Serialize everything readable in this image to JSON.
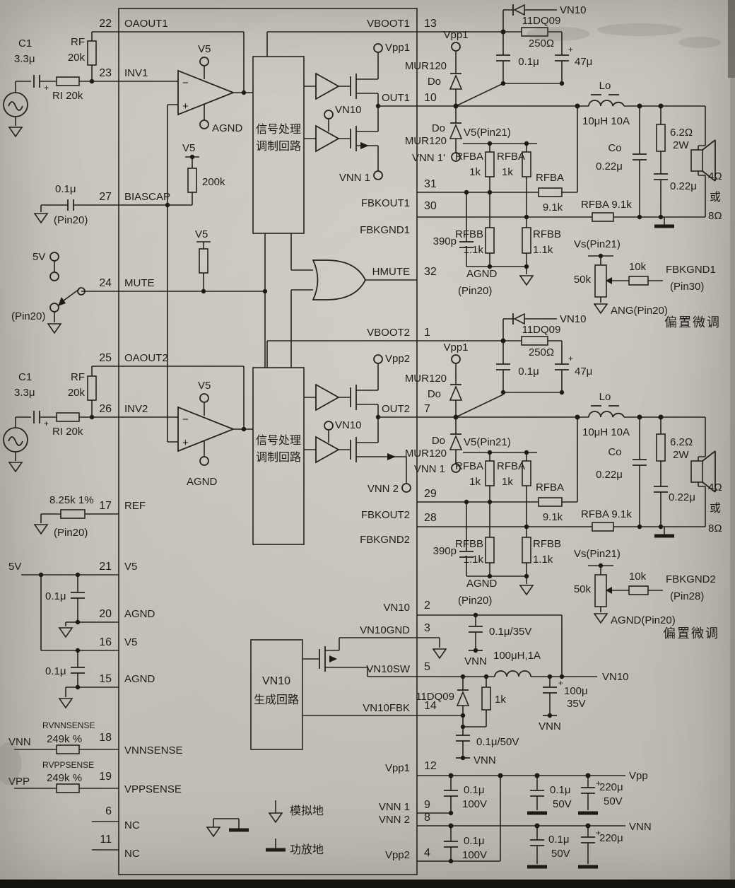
{
  "ic": {
    "left_pins": [
      {
        "num": "22",
        "name": "OAOUT1"
      },
      {
        "num": "23",
        "name": "INV1"
      },
      {
        "num": "27",
        "name": "BIASCAP"
      },
      {
        "num": "24",
        "name": "MUTE"
      },
      {
        "num": "25",
        "name": "OAOUT2"
      },
      {
        "num": "26",
        "name": "INV2"
      },
      {
        "num": "17",
        "name": "REF"
      },
      {
        "num": "21",
        "name": "V5"
      },
      {
        "num": "20",
        "name": "AGND"
      },
      {
        "num": "16",
        "name": "V5"
      },
      {
        "num": "15",
        "name": "AGND"
      },
      {
        "num": "18",
        "name": "VNNSENSE"
      },
      {
        "num": "19",
        "name": "VPPSENSE"
      },
      {
        "num": "6",
        "name": "NC"
      },
      {
        "num": "11",
        "name": "NC"
      }
    ],
    "right_pins": [
      {
        "num": "13",
        "name": "VBOOT1"
      },
      {
        "num": "10",
        "name": "OUT1"
      },
      {
        "num": "31",
        "name": "FBKOUT1"
      },
      {
        "num": "30",
        "name": "FBKGND1"
      },
      {
        "num": "32",
        "name": "HMUTE"
      },
      {
        "num": "1",
        "name": "VBOOT2"
      },
      {
        "num": "7",
        "name": "OUT2"
      },
      {
        "num": "29",
        "name": "FBKOUT2"
      },
      {
        "num": "28",
        "name": "FBKGND2"
      },
      {
        "num": "2",
        "name": "VN10"
      },
      {
        "num": "3",
        "name": "VN10GND"
      },
      {
        "num": "5",
        "name": "VN10SW"
      },
      {
        "num": "14",
        "name": "VN10FBK"
      },
      {
        "num": "12",
        "name": "Vpp1"
      },
      {
        "num": "9",
        "name": "VNN 1"
      },
      {
        "num": "8",
        "name": "VNN 2"
      },
      {
        "num": "4",
        "name": "Vpp2"
      }
    ],
    "block1": [
      "信号处理",
      "调制回路"
    ],
    "block2": [
      "信号处理",
      "调制回路"
    ],
    "vn10_block": [
      "VN10",
      "生成回路"
    ]
  },
  "opamp1": {
    "v5": "V5",
    "agnd": "AGND",
    "minus": "−",
    "plus": "+"
  },
  "opamp2": {
    "v5": "V5",
    "agnd": "AGND",
    "minus": "−",
    "plus": "+"
  },
  "input1": {
    "c": "C1",
    "c_val": "3.3μ",
    "plus": "+",
    "rf": "RF",
    "rf_val": "20k",
    "ri": "RI  20k"
  },
  "input2": {
    "c": "C1",
    "c_val": "3.3μ",
    "plus": "+",
    "rf": "RF",
    "rf_val": "20k",
    "ri": "RI  20k"
  },
  "bias": {
    "v5": "V5",
    "r": "200k",
    "cap": "0.1μ",
    "gnd": "(Pin20)"
  },
  "mute": {
    "v": "5V",
    "gnd": "(Pin20)",
    "pullup_v5": "V5"
  },
  "ref": {
    "r": "8.25k  1%",
    "gnd": "(Pin20)"
  },
  "v5sup": {
    "rail": "5V",
    "c1": "0.1μ",
    "c2": "0.1μ"
  },
  "sense": {
    "vnn": "VNN",
    "r_vnn": "RVNNSENSE",
    "r_vnn_val": "249k  %",
    "vpp": "VPP",
    "r_vpp": "RVPPSENSE",
    "r_vpp_val": "249k  %"
  },
  "ch1": {
    "vpp_int": "Vpp1",
    "vn10_int": "VN10",
    "vnn_int": "VNN 1",
    "vpp_ext": "Vpp1",
    "mur_a": "MUR120",
    "do_a": "Do",
    "do_b": "Do",
    "mur_b": "MUR120",
    "vnn_ext": "VNN 1'",
    "boot_vn10": "VN10",
    "boot_d": "11DQ09",
    "boot_r": "250Ω",
    "boot_c1": "0.1μ",
    "boot_c2": "47μ",
    "plus": "+",
    "lo": "Lo",
    "lo_val": "10μH  10A",
    "co": "Co",
    "co_val": "0.22μ",
    "zob_r1": "6.2Ω",
    "zob_r2": "2W",
    "zob_c": "0.22μ",
    "sp_a": "4Ω",
    "sp_b": "或",
    "sp_c": "8Ω",
    "fb_v5": "V5(Pin21)",
    "rfba": "RFBA",
    "rfba_1k": "1k",
    "rfba2": "RFBA",
    "rfba2_1k": "1k",
    "rfba3": "RFBA",
    "rfba3_v": "9.1k",
    "rfba4": "RFBA  9.1k",
    "c390": "390p",
    "rfbb": "RFBB",
    "rfbb_v": "1.1k",
    "rfbb2": "RFBB",
    "rfbb2_v": "1.1k",
    "agnd": "AGND",
    "agnd_pin": "(Pin20)",
    "vs": "Vs(Pin21)",
    "pot": "50k",
    "r10k": "10k",
    "fbk": "FBKGND1",
    "fbk_pin": "(Pin30)",
    "gnd": "ANG(Pin20)",
    "trim": "偏置微调"
  },
  "ch2": {
    "vpp_int": "Vpp2",
    "vn10_int": "VN10",
    "vnn_int": "VNN 2",
    "vpp_ext": "Vpp1",
    "mur_a": "MUR120",
    "do_a": "Do",
    "do_b": "Do",
    "mur_b": "MUR120",
    "vnn_ext": "VNN 1",
    "boot_vn10": "VN10",
    "boot_d": "11DQ09",
    "boot_r": "250Ω",
    "boot_c1": "0.1μ",
    "boot_c2": "47μ",
    "plus": "+",
    "lo": "Lo",
    "lo_val": "10μH  10A",
    "co": "Co",
    "co_val": "0.22μ",
    "zob_r1": "6.2Ω",
    "zob_r2": "2W",
    "zob_c": "0.22μ",
    "sp_a": "4Ω",
    "sp_b": "或",
    "sp_c": "8Ω",
    "fb_v5": "V5(Pin21)",
    "rfba": "RFBA",
    "rfba_1k": "1k",
    "rfba2": "RFBA",
    "rfba2_1k": "1k",
    "rfba3": "RFBA",
    "rfba3_v": "9.1k",
    "rfba4": "RFBA  9.1k",
    "c390": "390p",
    "rfbb": "RFBB",
    "rfbb_v": "1.1k",
    "rfbb2": "RFBB",
    "rfbb2_v": "1.1k",
    "agnd": "AGND",
    "agnd_pin": "(Pin20)",
    "vs": "Vs(Pin21)",
    "pot": "50k",
    "r10k": "10k",
    "fbk": "FBKGND2",
    "fbk_pin": "(Pin28)",
    "gnd": "AGND(Pin20)",
    "trim": "偏置微调"
  },
  "vn10": {
    "c35": "0.1μ/35V",
    "vnn_a": "VNN",
    "ind": "100μH,1A",
    "out": "VN10",
    "d": "11DQ09",
    "r": "1k",
    "c100": "100μ",
    "c100_v": "35V",
    "plus": "+",
    "vnn_b": "VNN",
    "c50": "0.1μ/50V",
    "vnn_c": "VNN"
  },
  "power": {
    "vpp": "Vpp",
    "vnn": "VNN",
    "ca": "0.1μ",
    "ca_v": "100V",
    "cb": "0.1μ",
    "cb_v": "100V",
    "cc": "0.1μ",
    "cc_v": "50V",
    "cd": "220μ",
    "cd_v": "50V",
    "ce": "0.1μ",
    "ce_v": "50V",
    "cf": "220μ",
    "plus": "+"
  },
  "legend": {
    "analog": "模拟地",
    "power": "功放地"
  }
}
